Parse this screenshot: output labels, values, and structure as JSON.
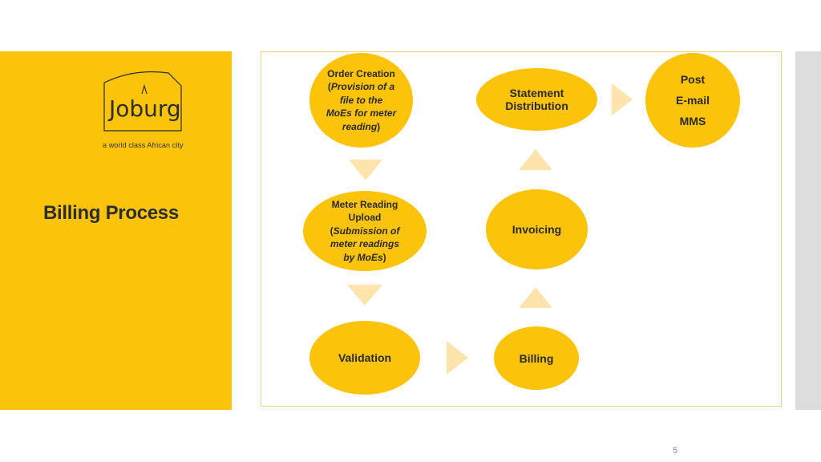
{
  "sidebar": {
    "logo_text": "Joburg",
    "tagline": "a world class African city",
    "title": "Billing Process"
  },
  "nodes": {
    "order_creation": {
      "title": "Order Creation",
      "detail_prefix": "(",
      "detail_lines": [
        "Provision of a",
        "file to the",
        "MoEs for meter",
        "reading"
      ],
      "detail_suffix": ")"
    },
    "statement_distribution": {
      "lines": [
        "Statement",
        "Distribution"
      ]
    },
    "channels": {
      "lines": [
        "Post",
        "E-mail",
        "MMS"
      ]
    },
    "meter_reading_upload": {
      "title_lines": [
        "Meter Reading",
        "Upload"
      ],
      "detail_lines": [
        "Submission of",
        "meter readings",
        "by MoEs"
      ]
    },
    "invoicing": {
      "label": "Invoicing"
    },
    "validation": {
      "label": "Validation"
    },
    "billing": {
      "label": "Billing"
    }
  },
  "colors": {
    "brand_yellow": "#fcc30b",
    "arrow_light": "#fde3ac",
    "frame_border": "#f2d27a",
    "side_bar": "#dcdcdc"
  },
  "page_number": "5"
}
